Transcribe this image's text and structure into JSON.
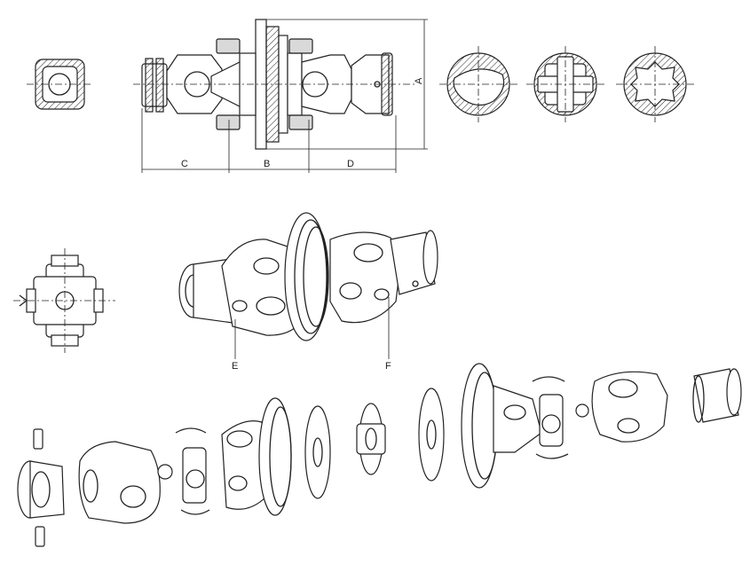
{
  "drawing": {
    "dimensions": {
      "a": "A",
      "b": "B",
      "c": "C",
      "d": "D"
    },
    "callouts": {
      "e": "E",
      "f": "F"
    }
  },
  "profiles": [
    "lemon-profile",
    "star-profile",
    "splined-profile"
  ],
  "views": [
    "section-view",
    "profile-sections",
    "cross-detail",
    "assembled-view",
    "exploded-view"
  ]
}
